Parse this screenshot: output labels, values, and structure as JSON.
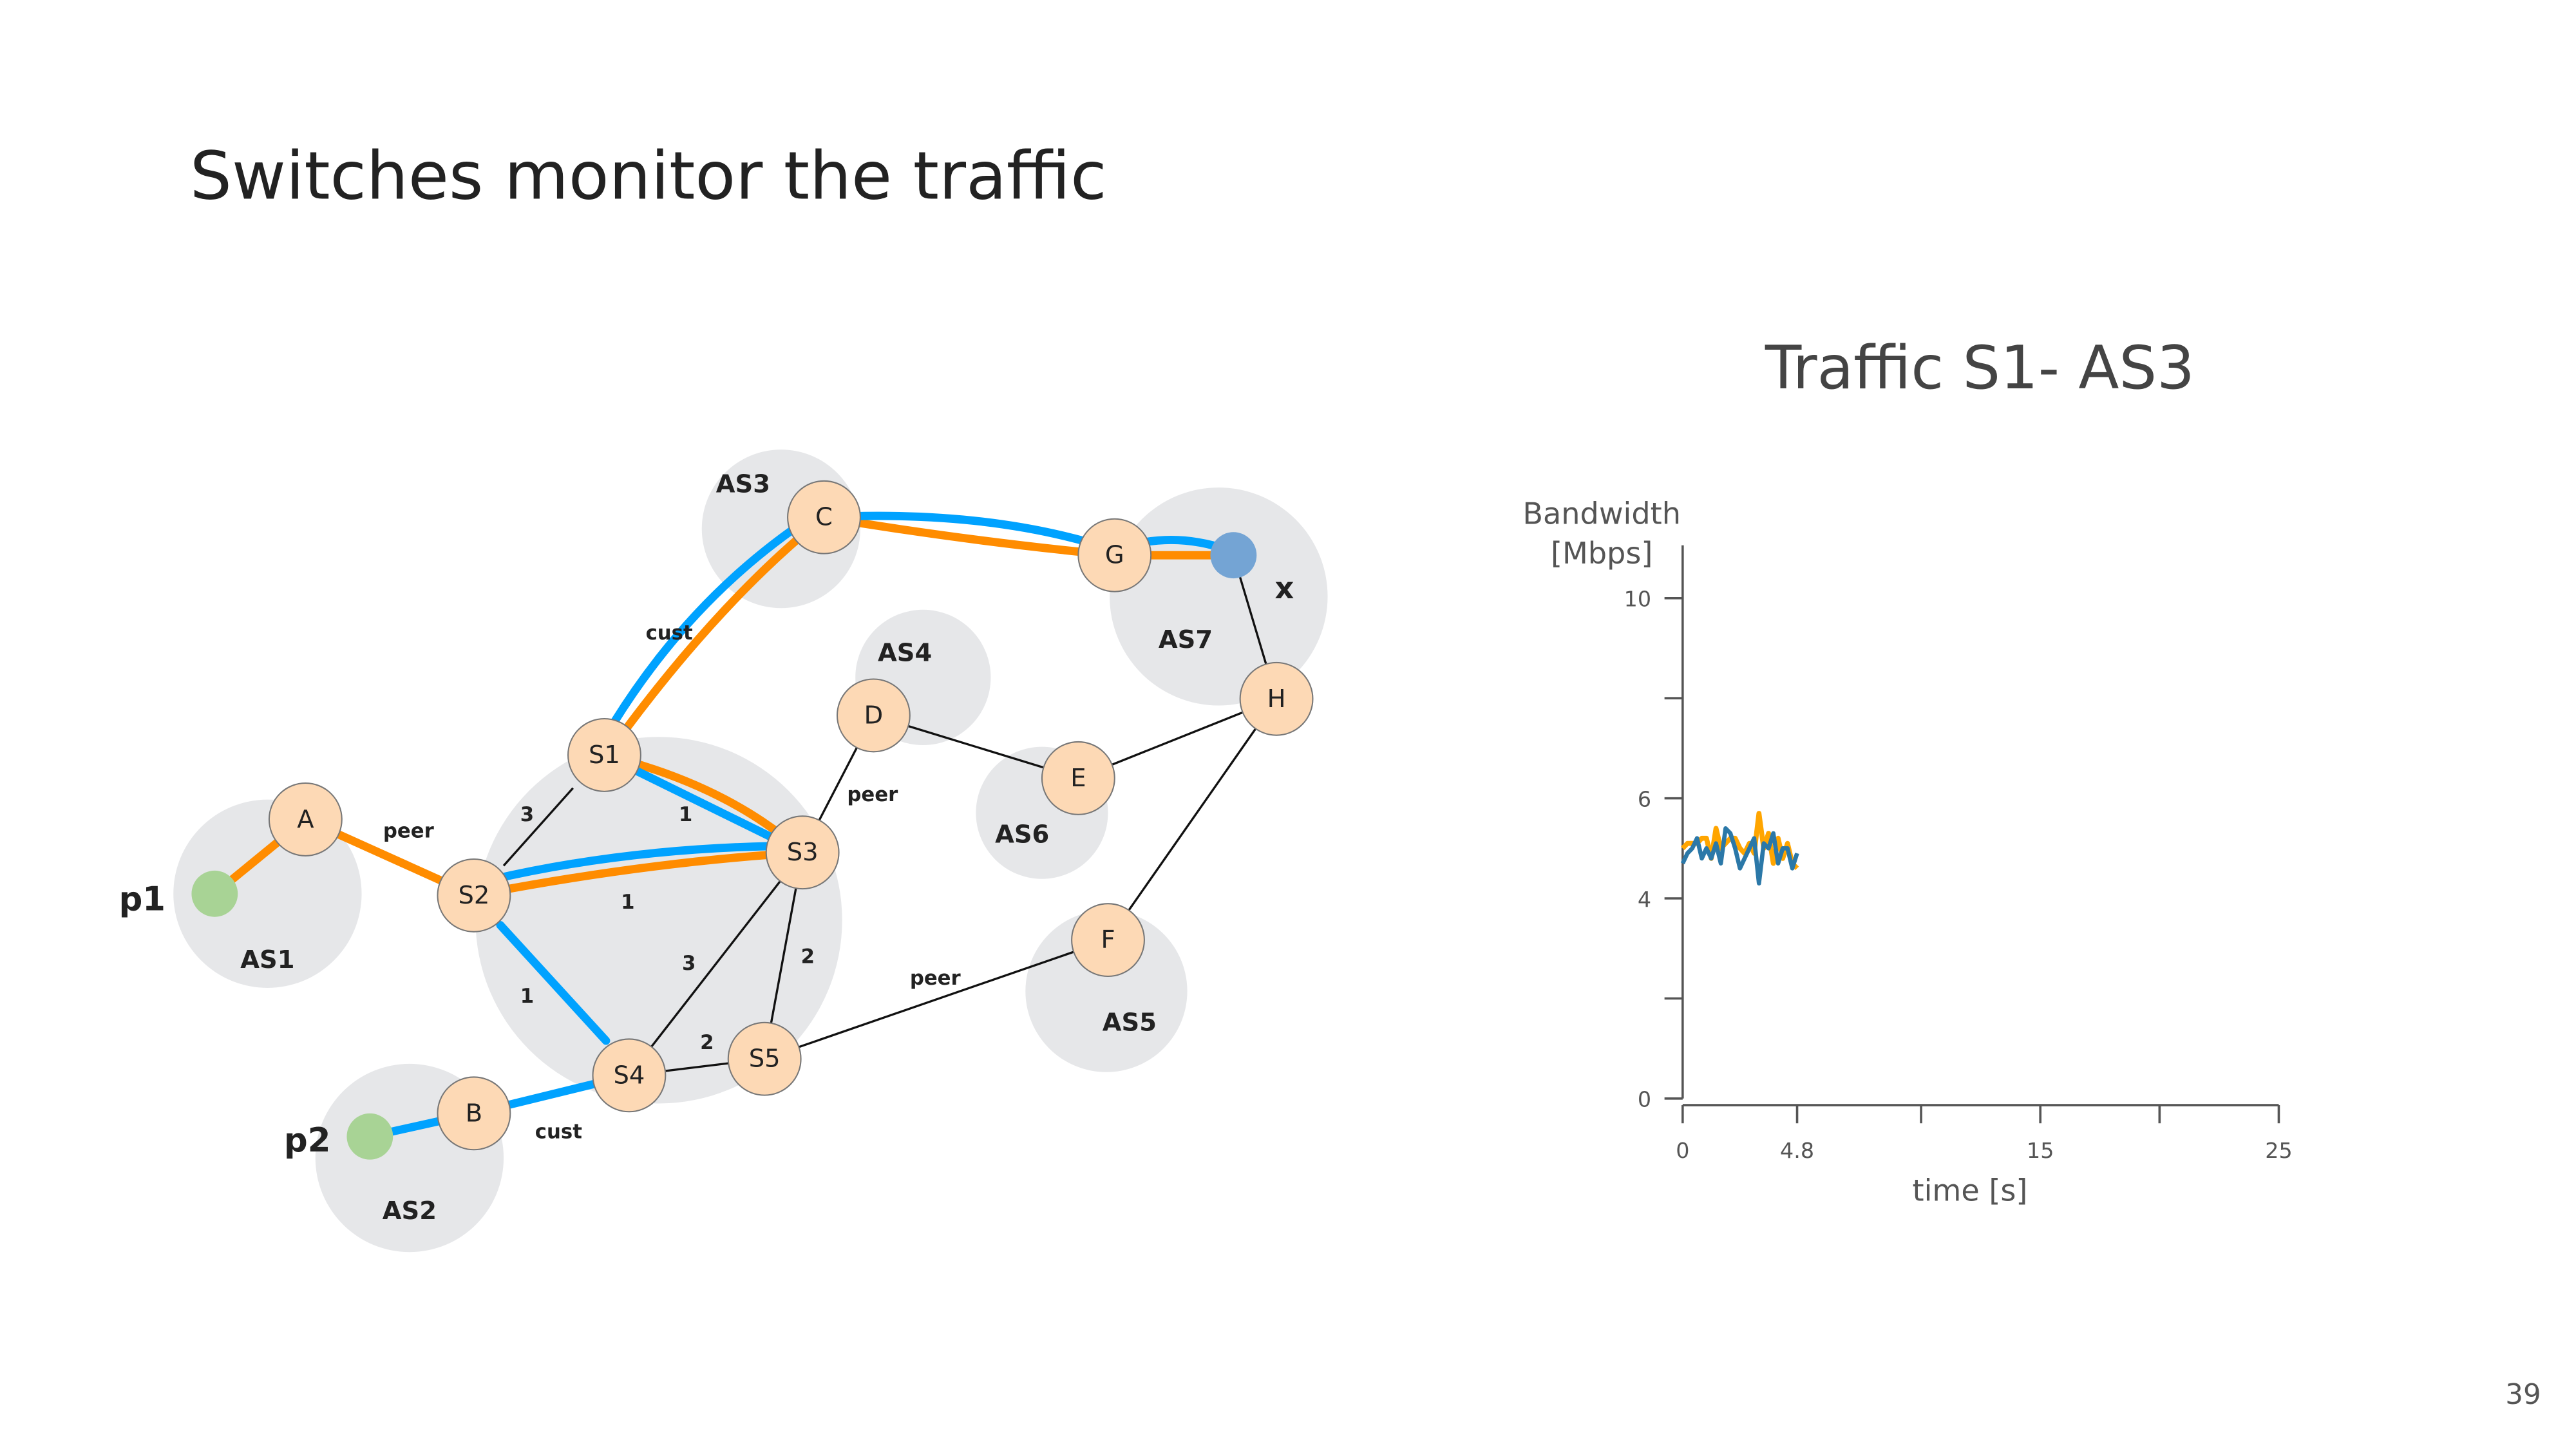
{
  "slide": {
    "title": "Switches monitor the traffic",
    "page_number": "39"
  },
  "diagram": {
    "nodes": {
      "A": "A",
      "B": "B",
      "C": "C",
      "D": "D",
      "E": "E",
      "F": "F",
      "G": "G",
      "H": "H",
      "S1": "S1",
      "S2": "S2",
      "S3": "S3",
      "S4": "S4",
      "S5": "S5"
    },
    "ases": {
      "as1": "AS1",
      "as2": "AS2",
      "as3": "AS3",
      "as4": "AS4",
      "as5": "AS5",
      "as6": "AS6",
      "as7": "AS7"
    },
    "prefixes": {
      "p1": "p1",
      "p2": "p2",
      "x": "x"
    },
    "edge_labels": {
      "a_s2": "peer",
      "s1_c": "cust",
      "d_s3": "peer",
      "s5_f": "peer",
      "b_s4": "cust",
      "s2_s1": "3",
      "s1_s3": "1",
      "s2_s3": "1",
      "s2_s4": "1",
      "s4_s3": "3",
      "s5_s3": "2",
      "s4_s5": "2"
    },
    "colors": {
      "orange_path": "#ff8c00",
      "blue_path": "#00a2ff",
      "node_fill": "#fdd9b5",
      "host": "#a8d395",
      "destination": "#74a4d4",
      "as_bg": "#e6e7e9"
    }
  },
  "chart_data": {
    "type": "line",
    "title": "Traffic S1- AS3",
    "ylabel_line1": "Bandwidth",
    "ylabel_line2": "[Mbps]",
    "xlabel": "time [s]",
    "xlim": [
      0,
      25
    ],
    "ylim": [
      0,
      11
    ],
    "x_ticks": [
      0,
      4.8,
      10,
      15,
      20,
      25
    ],
    "x_tick_labels": [
      "0",
      "4.8",
      "",
      "15",
      "",
      "25"
    ],
    "y_ticks": [
      0,
      2,
      4,
      6,
      8,
      10
    ],
    "y_tick_labels": [
      "0",
      "",
      "4",
      "6",
      "",
      "10"
    ],
    "series": [
      {
        "name": "orange",
        "color": "#ffa500",
        "x": [
          0,
          0.2,
          0.4,
          0.6,
          0.8,
          1.0,
          1.2,
          1.4,
          1.6,
          1.8,
          2.0,
          2.2,
          2.4,
          2.6,
          2.8,
          3.0,
          3.2,
          3.4,
          3.6,
          3.8,
          4.0,
          4.2,
          4.4,
          4.6,
          4.8
        ],
        "y": [
          5.0,
          5.1,
          5.1,
          5.1,
          5.2,
          5.2,
          4.8,
          5.4,
          5.0,
          5.1,
          5.2,
          5.2,
          5.0,
          4.9,
          5.1,
          4.9,
          5.7,
          5.0,
          5.3,
          4.7,
          5.2,
          4.8,
          5.1,
          4.7,
          4.6
        ]
      },
      {
        "name": "blue",
        "color": "#2b78a8",
        "x": [
          0,
          0.2,
          0.4,
          0.6,
          0.8,
          1.0,
          1.2,
          1.4,
          1.6,
          1.8,
          2.0,
          2.2,
          2.4,
          2.6,
          2.8,
          3.0,
          3.2,
          3.4,
          3.6,
          3.8,
          4.0,
          4.2,
          4.4,
          4.6,
          4.8
        ],
        "y": [
          4.7,
          4.9,
          5.0,
          5.2,
          4.8,
          5.0,
          4.8,
          5.1,
          4.7,
          5.4,
          5.3,
          5.0,
          4.6,
          4.8,
          5.0,
          5.2,
          4.3,
          5.1,
          5.0,
          5.3,
          4.7,
          5.0,
          5.0,
          4.6,
          4.9
        ]
      }
    ]
  }
}
